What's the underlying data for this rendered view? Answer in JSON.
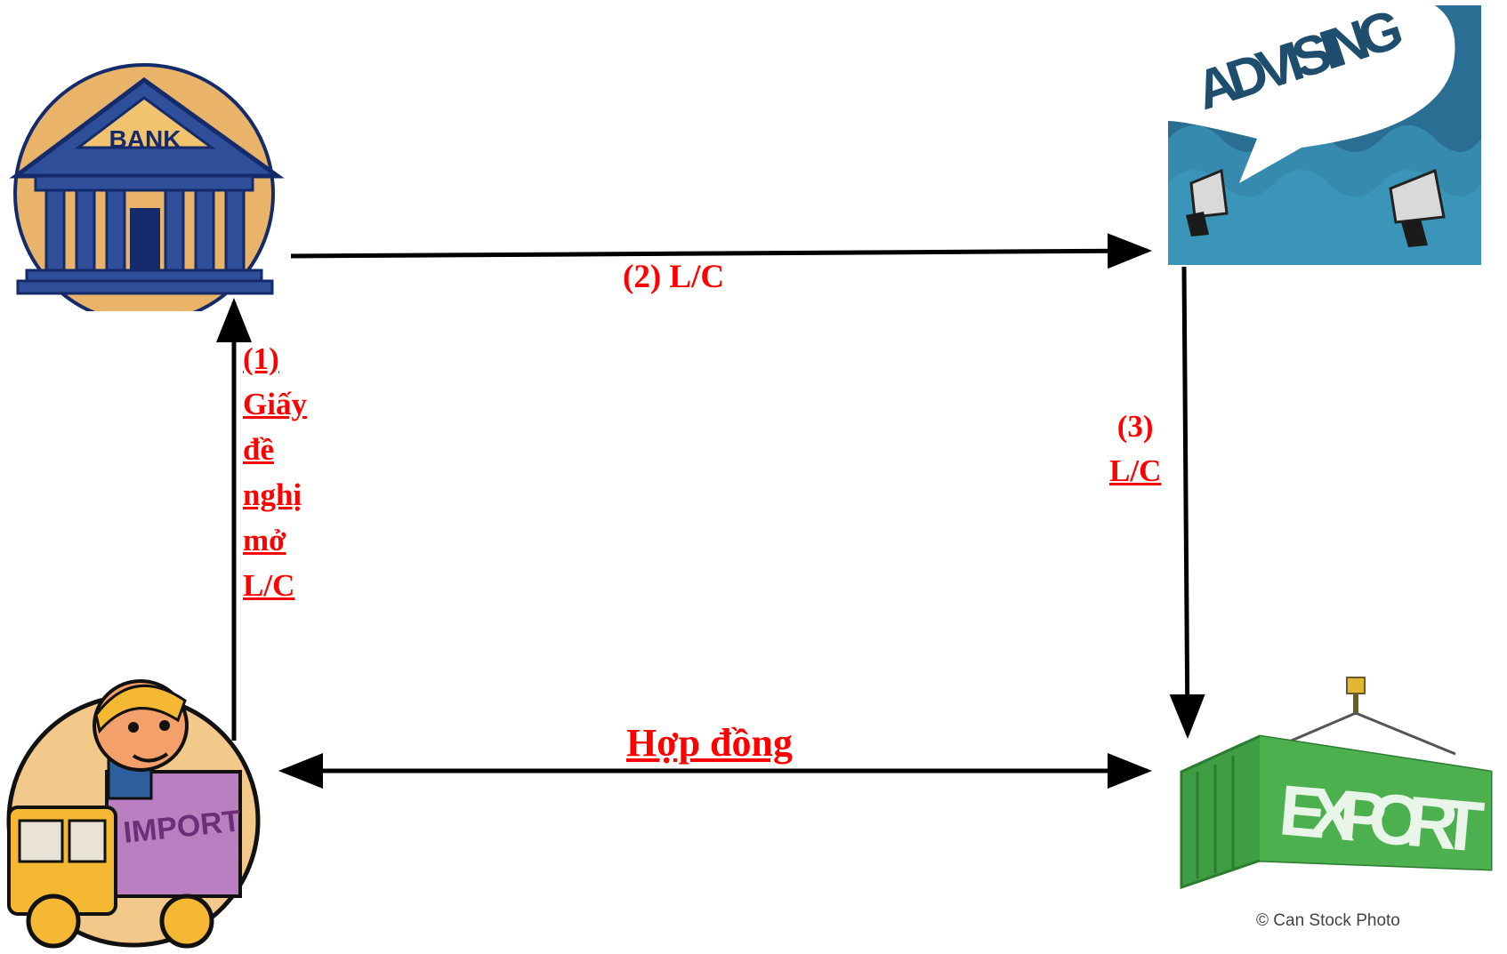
{
  "nodes": {
    "bank": {
      "sign": "BANK",
      "colors": {
        "circle": "#e9b36a",
        "body": "#2f4f9a",
        "dark": "#152a6b",
        "sign_bg": "#f1c36e"
      }
    },
    "advising": {
      "word": "ADVISING",
      "colors": {
        "bg": "#2a6f93",
        "wave": "#3f9cc0",
        "bubble": "#ffffff",
        "text": "#1f4d6e"
      }
    },
    "importer": {
      "sign": "IMPORT",
      "colors": {
        "circle": "#f2c98a",
        "truck": "#f5b833",
        "cargo": "#b97fc1",
        "shirt": "#2d5f9f"
      }
    },
    "exporter": {
      "word": "EXPORT",
      "credit": "© Can Stock Photo",
      "colors": {
        "container": "#3f9d43",
        "dark": "#2b7b30"
      }
    }
  },
  "flows": {
    "step1": [
      "(1)",
      "Giấy",
      "đề",
      "nghị",
      "mở",
      "L/C"
    ],
    "step2": "(2) L/C",
    "step3": [
      "(3)",
      "L/C"
    ],
    "contract": "Hợp đồng"
  },
  "colors": {
    "label": "#ff0000",
    "arrow": "#000000"
  }
}
